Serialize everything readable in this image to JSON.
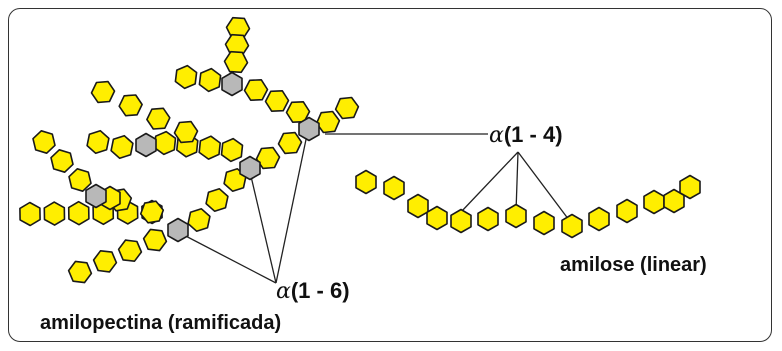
{
  "labels": {
    "amilose": "amilose (linear)",
    "amilopectina": "amilopectina (ramificada)",
    "alpha_symbol": "α",
    "bond_1_4": "(1 - 4)",
    "bond_1_6": "(1 - 6)"
  },
  "colors": {
    "glucose": "#ffee00",
    "branch_point": "#b8b8b8",
    "outline": "#1a1a1a",
    "border": "#333333"
  }
}
